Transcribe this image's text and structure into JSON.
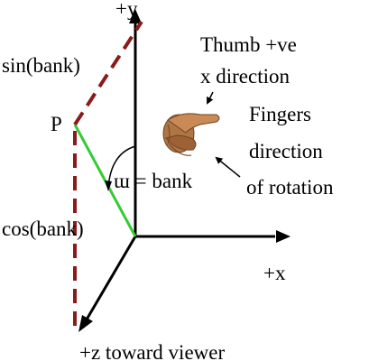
{
  "labels": {
    "y_axis": "+y",
    "x_axis": "+x",
    "z_axis": "+z toward viewer",
    "sin": "sin(bank)",
    "cos": "cos(bank)",
    "point": "P",
    "angle": "ɯ = bank",
    "thumb_line1": "Thumb +ve",
    "thumb_line2": "x direction",
    "fingers_line1": "Fingers",
    "fingers_line2": "direction",
    "fingers_line3": "of rotation"
  },
  "colors": {
    "axis": "#000000",
    "vector": "#33cc33",
    "projection": "#8b1a1a",
    "text": "#000000"
  },
  "icons": {
    "hand": "right-hand-thumb-pointing-right-icon"
  }
}
